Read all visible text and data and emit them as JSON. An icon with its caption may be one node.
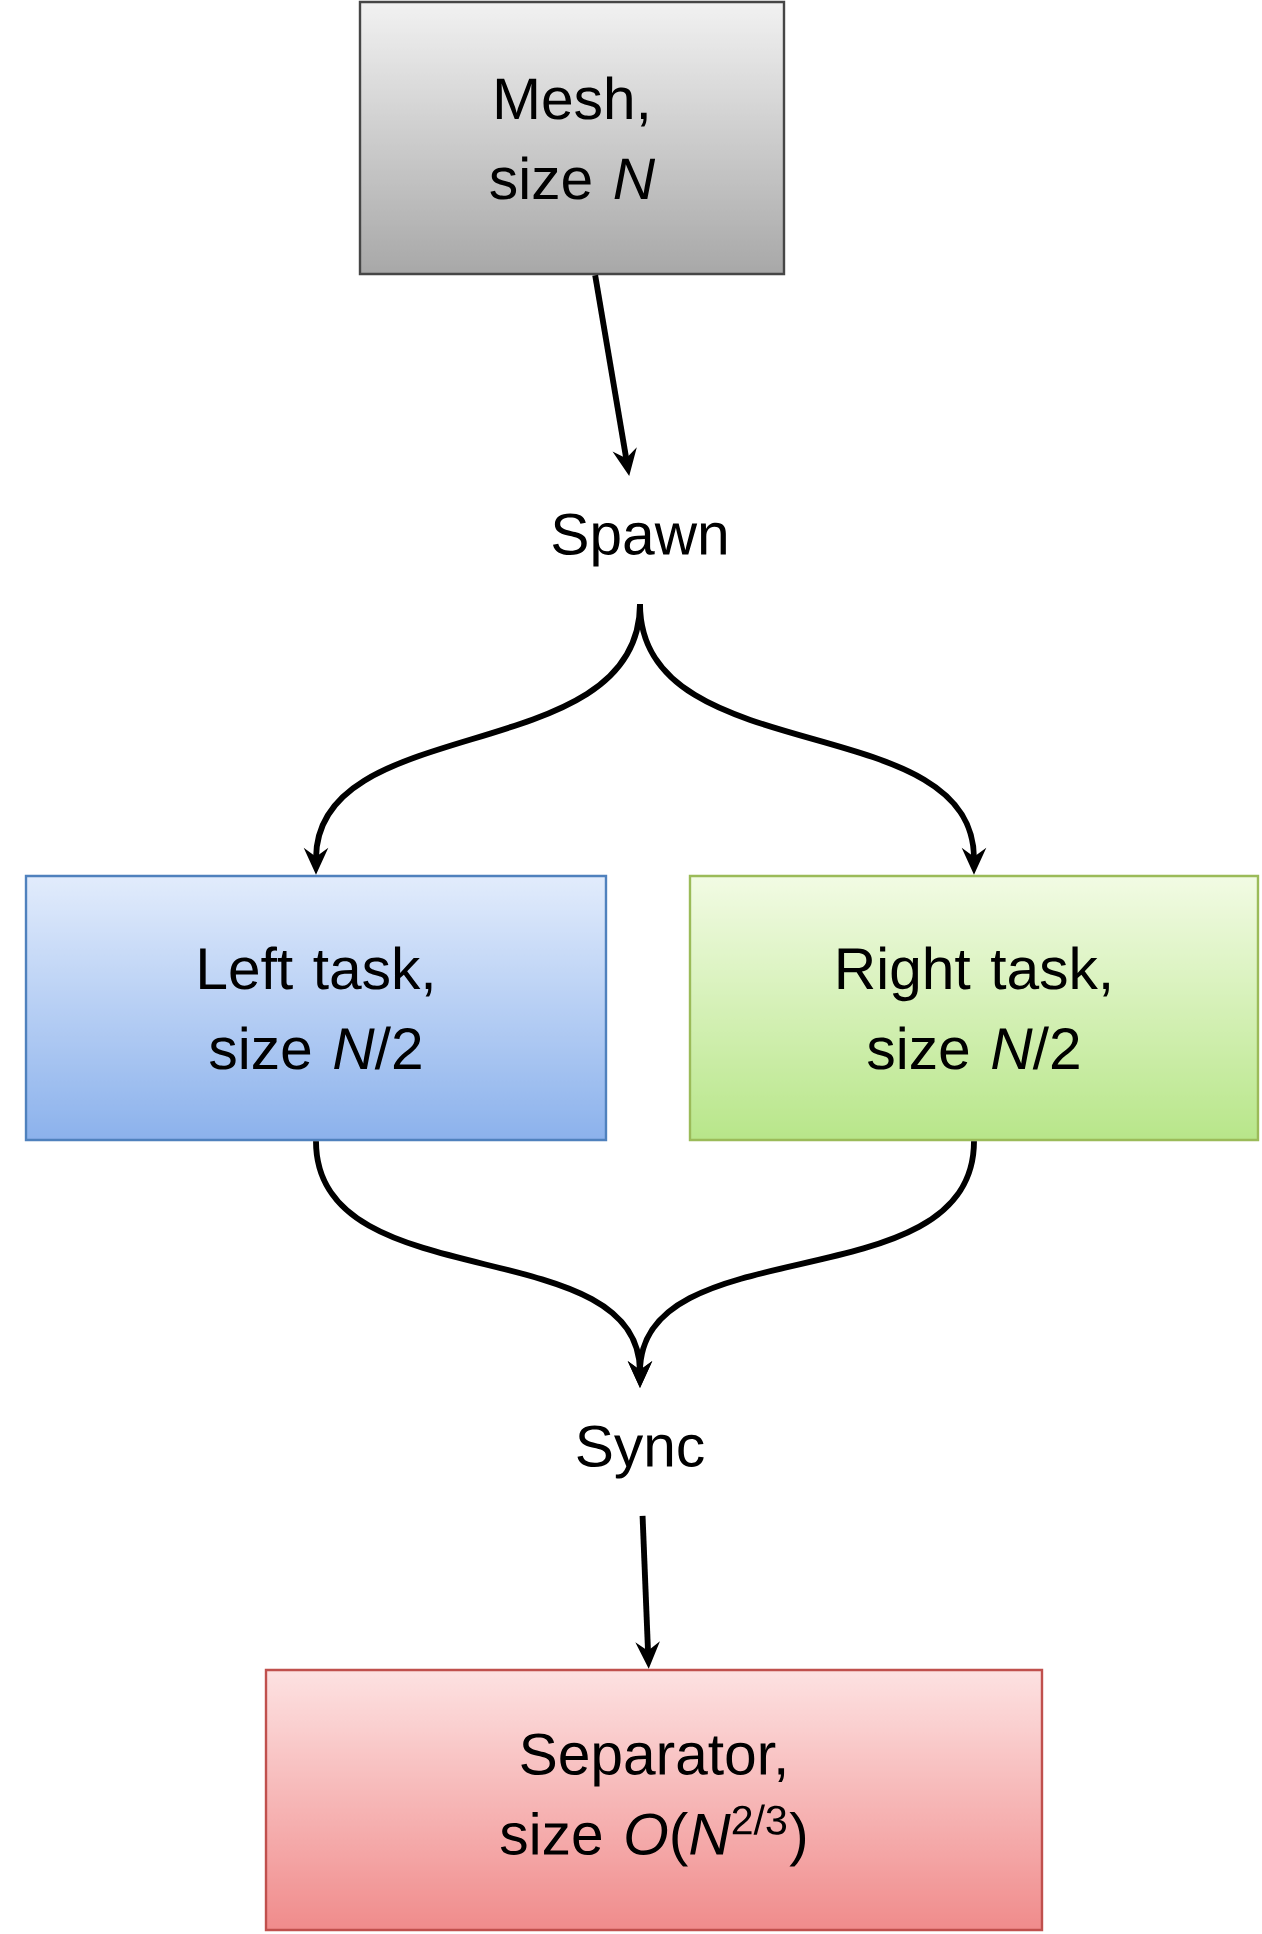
{
  "diagram": {
    "nodes": [
      {
        "text": [
          "Mesh, size *N*"
        ]
      },
      {
        "text": [
          "Spawn"
        ]
      },
      {
        "text": [
          "Left task, size *N*/2"
        ]
      },
      {
        "text": [
          "Right task, size *N*/2"
        ]
      },
      {
        "text": [
          "Sync"
        ]
      },
      {
        "text": [
          "Separator, size *O*(*N*$^{2/3}$)"
        ]
      }
    ],
    "edges": [
      {
        "from": 0,
        "to": 1,
        "arrow": "to"
      },
      {
        "from": 1,
        "to": 2,
        "arrow": "to"
      },
      {
        "from": 1,
        "to": 3,
        "arrow": "to"
      },
      {
        "from": 2,
        "to": 4,
        "arrow": "to"
      },
      {
        "from": 3,
        "to": 4,
        "arrow": "to"
      },
      {
        "from": 4,
        "to": 5,
        "arrow": "to"
      }
    ]
  }
}
